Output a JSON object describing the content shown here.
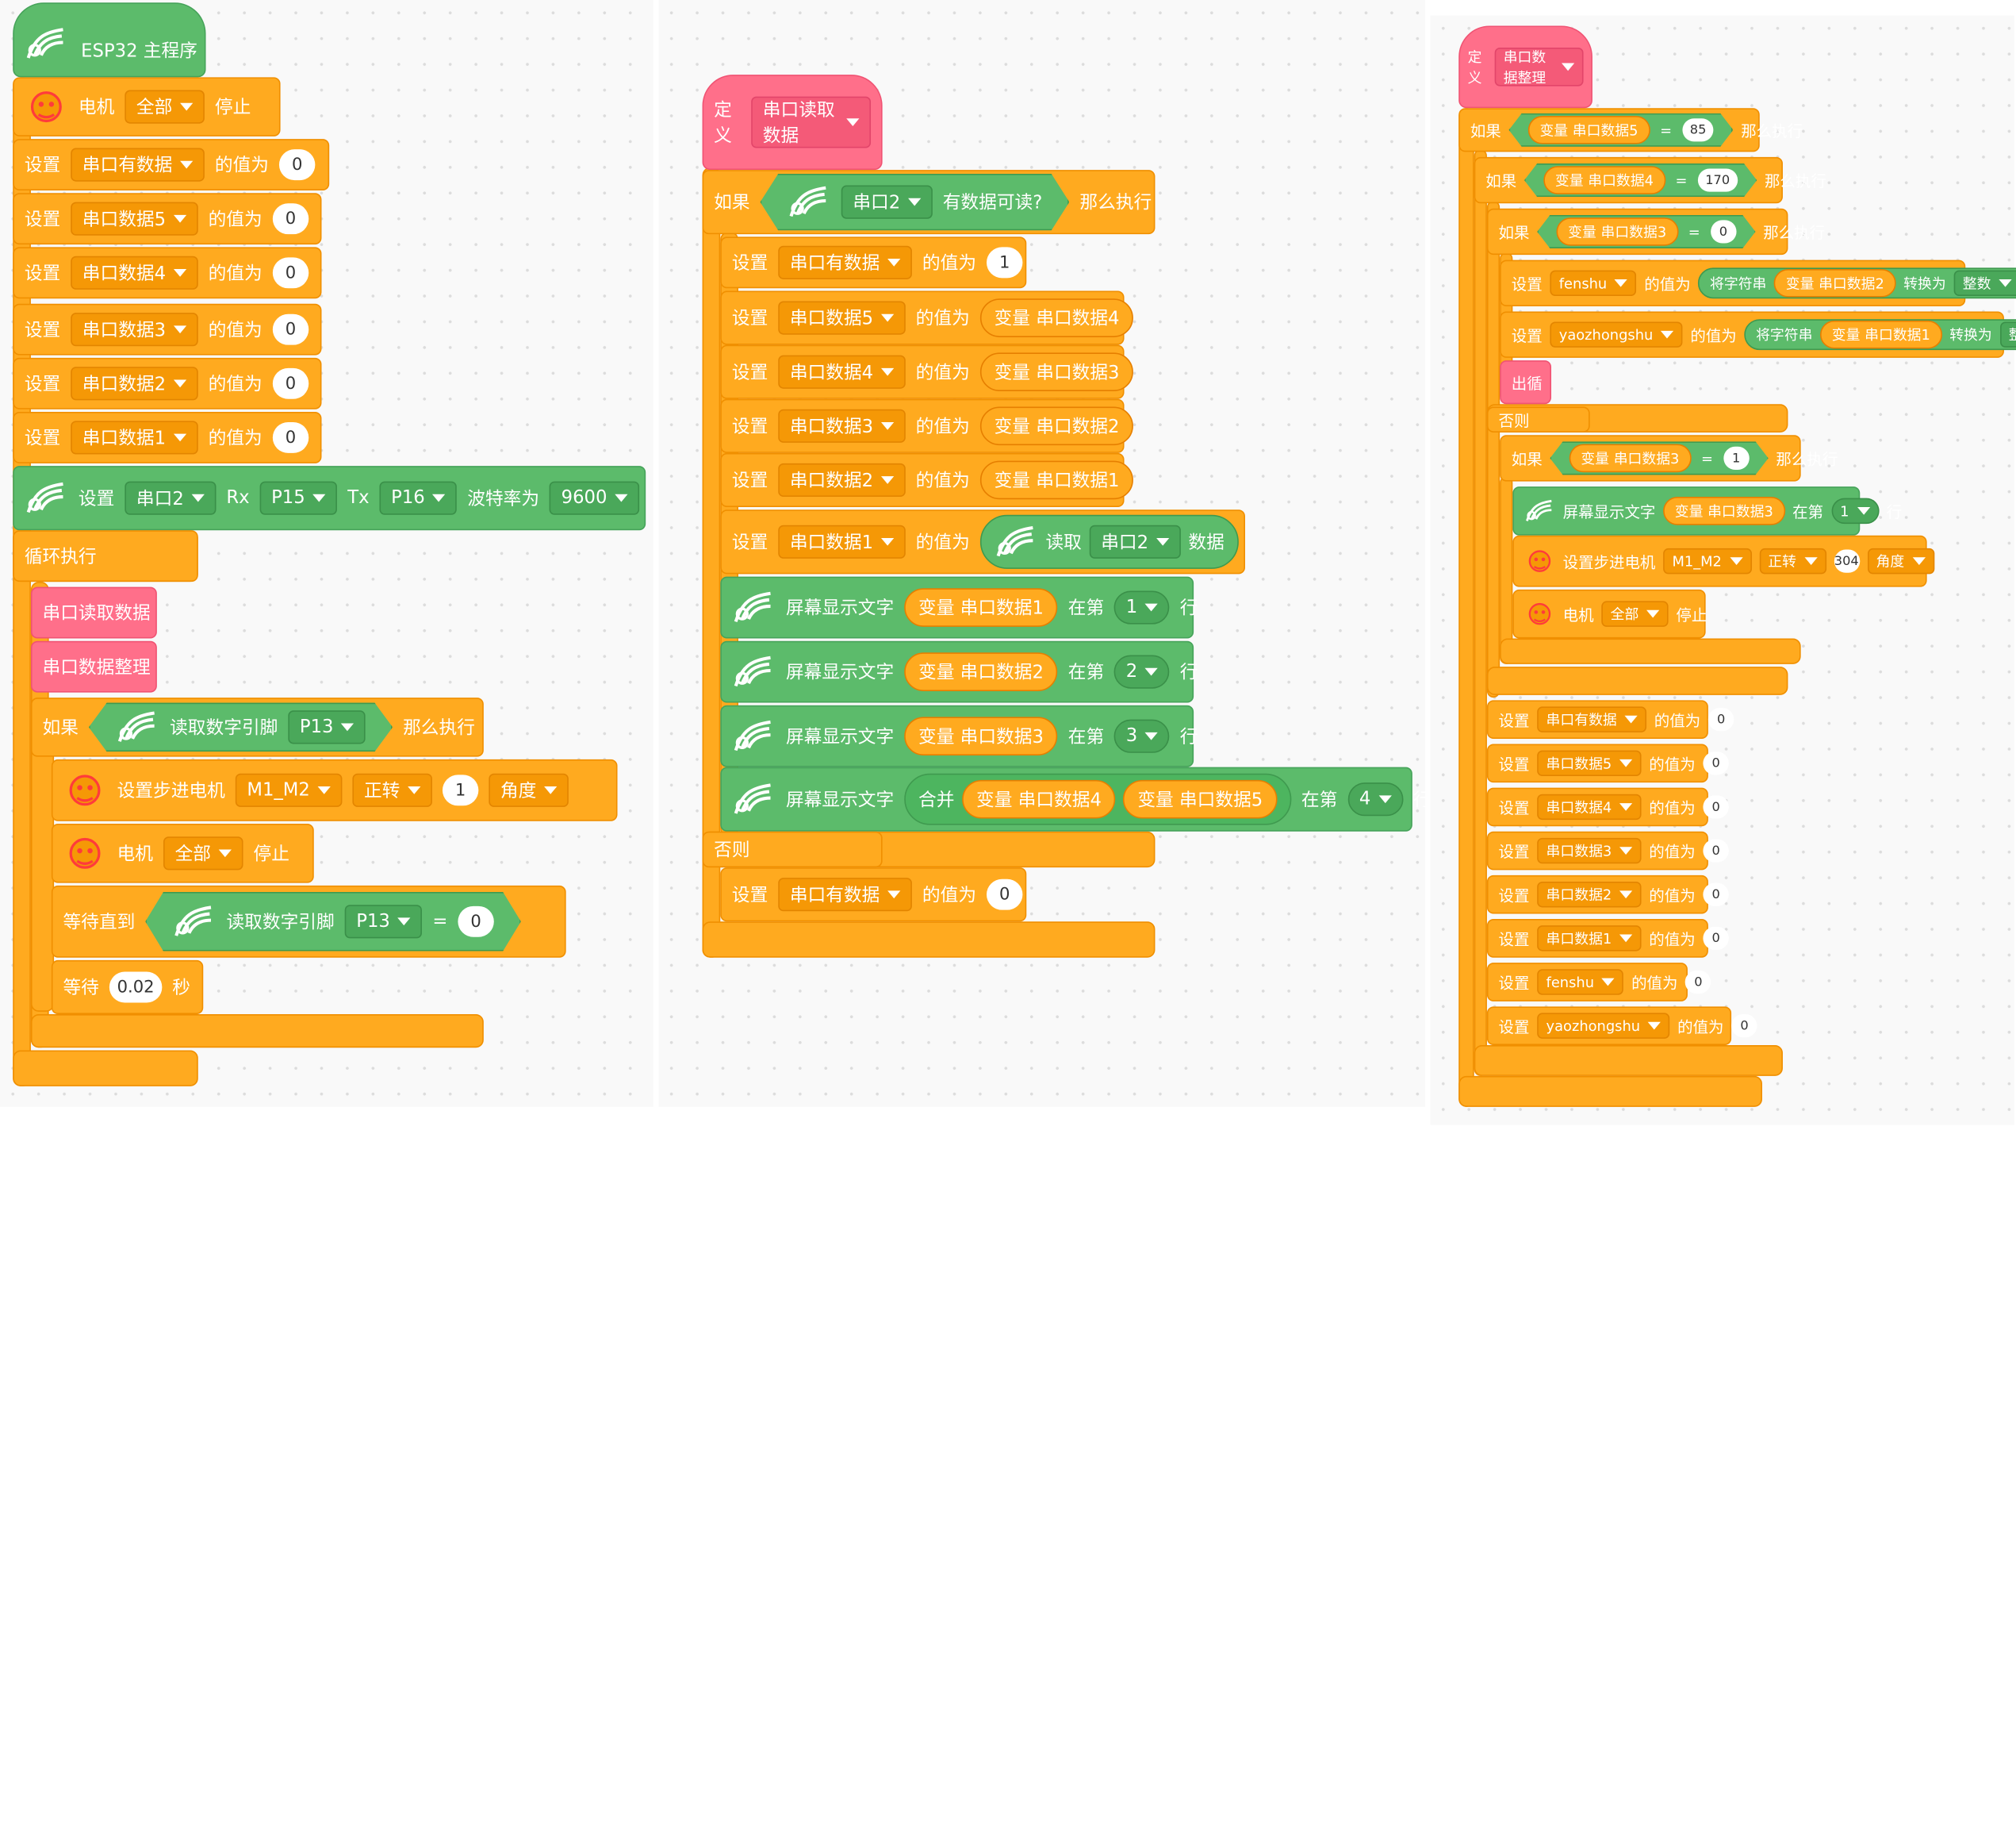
{
  "col1": {
    "hat": "ESP32 主程序",
    "motor_stop": {
      "label": "电机",
      "option": "全部",
      "suffix": "停止"
    },
    "set_word": "设置",
    "value_word": "的值为",
    "vars": [
      {
        "name": "串口有数据",
        "value": "0"
      },
      {
        "name": "串口数据5",
        "value": "0"
      },
      {
        "name": "串口数据4",
        "value": "0"
      },
      {
        "name": "串口数据3",
        "value": "0"
      },
      {
        "name": "串口数据2",
        "value": "0"
      },
      {
        "name": "串口数据1",
        "value": "0"
      }
    ],
    "serial_setup": {
      "set": "设置",
      "port": "串口2",
      "rx": "Rx",
      "rx_pin": "P15",
      "tx": "Tx",
      "tx_pin": "P16",
      "baud_label": "波特率为",
      "baud": "9600"
    },
    "loop": "循环执行",
    "call1": "串口读取数据",
    "call2": "串口数据整理",
    "if_word": "如果",
    "then_word": "那么执行",
    "read_pin": {
      "label": "读取数字引脚",
      "pin": "P13"
    },
    "stepper": {
      "label": "设置步进电机",
      "motor": "M1_M2",
      "dir": "正转",
      "amount": "1",
      "unit": "角度"
    },
    "motor_stop2": {
      "label": "电机",
      "option": "全部",
      "suffix": "停止"
    },
    "wait_until": {
      "label": "等待直到",
      "read": "读取数字引脚",
      "pin": "P13",
      "eq": "=",
      "value": "0"
    },
    "wait": {
      "label": "等待",
      "value": "0.02",
      "unit": "秒"
    }
  },
  "col2": {
    "define": "定义",
    "proc": "串口读取数据",
    "if_word": "如果",
    "port": "串口2",
    "avail": "有数据可读?",
    "then_word": "那么执行",
    "set_word": "设置",
    "value_word": "的值为",
    "set_has": {
      "var": "串口有数据",
      "value": "1"
    },
    "shifts": [
      {
        "var": "串口数据5",
        "src": "变量 串口数据4"
      },
      {
        "var": "串口数据4",
        "src": "变量 串口数据3"
      },
      {
        "var": "串口数据3",
        "src": "变量 串口数据2"
      },
      {
        "var": "串口数据2",
        "src": "变量 串口数据1"
      }
    ],
    "read_set": {
      "var": "串口数据1",
      "read": "读取",
      "port": "串口2",
      "data": "数据"
    },
    "screen_label": "屏幕显示文字",
    "at_word": "在第",
    "row_word": "行",
    "screens": [
      {
        "text": "变量 串口数据1",
        "row": "1"
      },
      {
        "text": "变量 串口数据2",
        "row": "2"
      },
      {
        "text": "变量 串口数据3",
        "row": "3"
      }
    ],
    "screen4": {
      "join": "合并",
      "a": "变量 串口数据4",
      "b": "变量 串口数据5",
      "row": "4"
    },
    "else_word": "否则",
    "else_set": {
      "var": "串口有数据",
      "value": "0"
    }
  },
  "col3": {
    "define": "定义",
    "proc": "串口数据整理",
    "if_word": "如果",
    "then_word": "那么执行",
    "cond1": {
      "var": "变量 串口数据5",
      "eq": "=",
      "value": "85"
    },
    "cond2": {
      "var": "变量 串口数据4",
      "eq": "=",
      "value": "170"
    },
    "cond3": {
      "var": "变量 串口数据3",
      "eq": "=",
      "value": "0"
    },
    "set_word": "设置",
    "value_word": "的值为",
    "fenshu": {
      "var": "fenshu",
      "conv": "将字符串",
      "src": "变量 串口数据2",
      "to": "转换为",
      "type": "整数"
    },
    "yaozhong": {
      "var": "yaozhongshu",
      "conv": "将字符串",
      "src": "变量 串口数据1",
      "to": "转换为",
      "type": "整数"
    },
    "break": "出循",
    "else_word": "否则",
    "cond4": {
      "var": "变量 串口数据3",
      "eq": "=",
      "value": "1"
    },
    "screen": {
      "label": "屏幕显示文字",
      "text": "变量 串口数据3",
      "at": "在第",
      "row": "1",
      "rowword": "行"
    },
    "stepper": {
      "label": "设置步进电机",
      "motor": "M1_M2",
      "dir": "正转",
      "amount": "304",
      "unit": "角度"
    },
    "motor_stop": {
      "label": "电机",
      "option": "全部",
      "suffix": "停止"
    },
    "resets": [
      {
        "var": "串口有数据",
        "value": "0"
      },
      {
        "var": "串口数据5",
        "value": "0"
      },
      {
        "var": "串口数据4",
        "value": "0"
      },
      {
        "var": "串口数据3",
        "value": "0"
      },
      {
        "var": "串口数据2",
        "value": "0"
      },
      {
        "var": "串口数据1",
        "value": "0"
      },
      {
        "var": "fenshu",
        "value": "0"
      },
      {
        "var": "yaozhongshu",
        "value": "0"
      }
    ]
  },
  "colors": {
    "orange": "#ffaa1f",
    "green": "#5cbb6b",
    "pink": "#ff6f8a"
  }
}
